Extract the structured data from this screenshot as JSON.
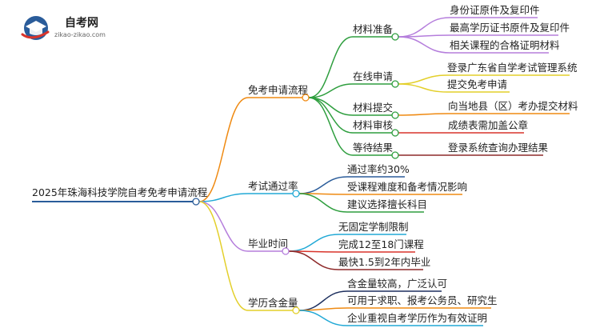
{
  "logo": {
    "name": "自考网",
    "domain": "zikao-zikao.com"
  },
  "root": {
    "label": "2025年珠海科技学院自考免考申请流程",
    "color": "#2a5c9a"
  },
  "branches": [
    {
      "label": "免考申请流程",
      "color": "#ef8a12",
      "children": [
        {
          "label": "材料准备",
          "color": "#2e9e3e",
          "leaves": [
            {
              "label": "身份证原件及复印件",
              "color": "#b57edc"
            },
            {
              "label": "最高学历证书原件及复印件",
              "color": "#b57edc"
            },
            {
              "label": "相关课程的合格证明材料",
              "color": "#b57edc"
            }
          ]
        },
        {
          "label": "在线申请",
          "color": "#2e9e3e",
          "leaves": [
            {
              "label": "登录广东省自学考试管理系统",
              "color": "#e3cf2a"
            },
            {
              "label": "提交免考申请",
              "color": "#e3cf2a"
            }
          ]
        },
        {
          "label": "材料提交",
          "color": "#2e9e3e",
          "leaves": [
            {
              "label": "向当地县（区）考办提交材料",
              "color": "#ef8a12"
            }
          ]
        },
        {
          "label": "材料审核",
          "color": "#2e9e3e",
          "leaves": [
            {
              "label": "成绩表需加盖公章",
              "color": "#d9342b"
            }
          ]
        },
        {
          "label": "等待结果",
          "color": "#2e9e3e",
          "leaves": [
            {
              "label": "登录系统查询办理结果",
              "color": "#8e2a2a"
            }
          ]
        }
      ]
    },
    {
      "label": "考试通过率",
      "color": "#22a9d6",
      "leaves": [
        {
          "label": "通过率约30%",
          "color": "#2a5c9a"
        },
        {
          "label": "受课程难度和备考情况影响",
          "color": "#ef8a12"
        },
        {
          "label": "建议选择擅长科目",
          "color": "#2e9e3e"
        }
      ]
    },
    {
      "label": "毕业时间",
      "color": "#b57edc",
      "leaves": [
        {
          "label": "无固定学制限制",
          "color": "#22a9d6"
        },
        {
          "label": "完成12至18门课程",
          "color": "#d9342b"
        },
        {
          "label": "最快1.5到2年内毕业",
          "color": "#8e2a2a"
        }
      ]
    },
    {
      "label": "学历含金量",
      "color": "#e3cf2a",
      "leaves": [
        {
          "label": "含金量较高，广泛认可",
          "color": "#1d2f5e"
        },
        {
          "label": "可用于求职、报考公务员、研究生",
          "color": "#ef8a12"
        },
        {
          "label": "企业重视自考学历作为有效证明",
          "color": "#22a9d6"
        }
      ]
    }
  ]
}
